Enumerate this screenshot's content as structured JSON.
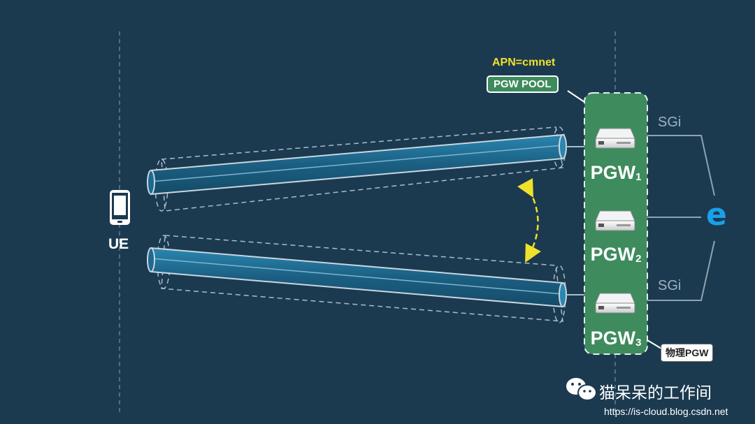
{
  "diagram": {
    "ue_label": "UE",
    "apn_label": "APN=cmnet",
    "pool_label": "PGW POOL",
    "physical_label": "物理PGW",
    "sgi_top": "SGi",
    "sgi_bottom": "SGi",
    "internet_icon": "e",
    "gateways": [
      {
        "name": "PGW",
        "index": "1"
      },
      {
        "name": "PGW",
        "index": "2"
      },
      {
        "name": "PGW",
        "index": "3"
      }
    ]
  },
  "watermark": {
    "title": "猫呆呆的工作间",
    "url": "https://is-cloud.blog.csdn.net"
  },
  "colors": {
    "background": "#1b3a50",
    "pool_green": "#3e8b5e",
    "tunnel_blue": "#1f6b90",
    "arrow_yellow": "#f0e12a",
    "internet_blue": "#1aa0e8"
  }
}
